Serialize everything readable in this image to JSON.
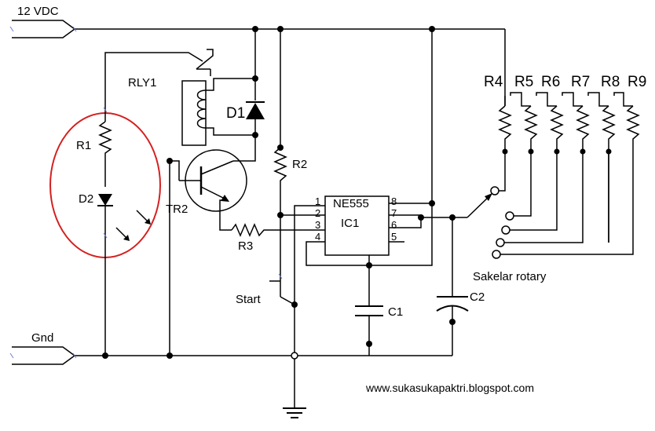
{
  "labels": {
    "supply": "12 VDC",
    "ground": "Gnd",
    "relay": "RLY1",
    "diode1": "D1",
    "r1": "R1",
    "d2": "D2",
    "transistor": "TR2",
    "r2": "R2",
    "r3": "R3",
    "start": "Start",
    "ic_type": "NE555",
    "ic_ref": "IC1",
    "c1": "C1",
    "c2": "C2",
    "rotary": "Sakelar rotary",
    "r4": "R4",
    "r5": "R5",
    "r6": "R6",
    "r7": "R7",
    "r8": "R8",
    "r9": "R9",
    "website": "www.sukasukapaktri.blogspot.com"
  },
  "ic_pins": {
    "p1": "1",
    "p2": "2",
    "p3": "3",
    "p4": "4",
    "p5": "5",
    "p6": "6",
    "p7": "7",
    "p8": "8"
  },
  "colors": {
    "highlight_ellipse": "#d42020",
    "terminal_ticks": "#6a7fd0",
    "wire": "#000000"
  }
}
